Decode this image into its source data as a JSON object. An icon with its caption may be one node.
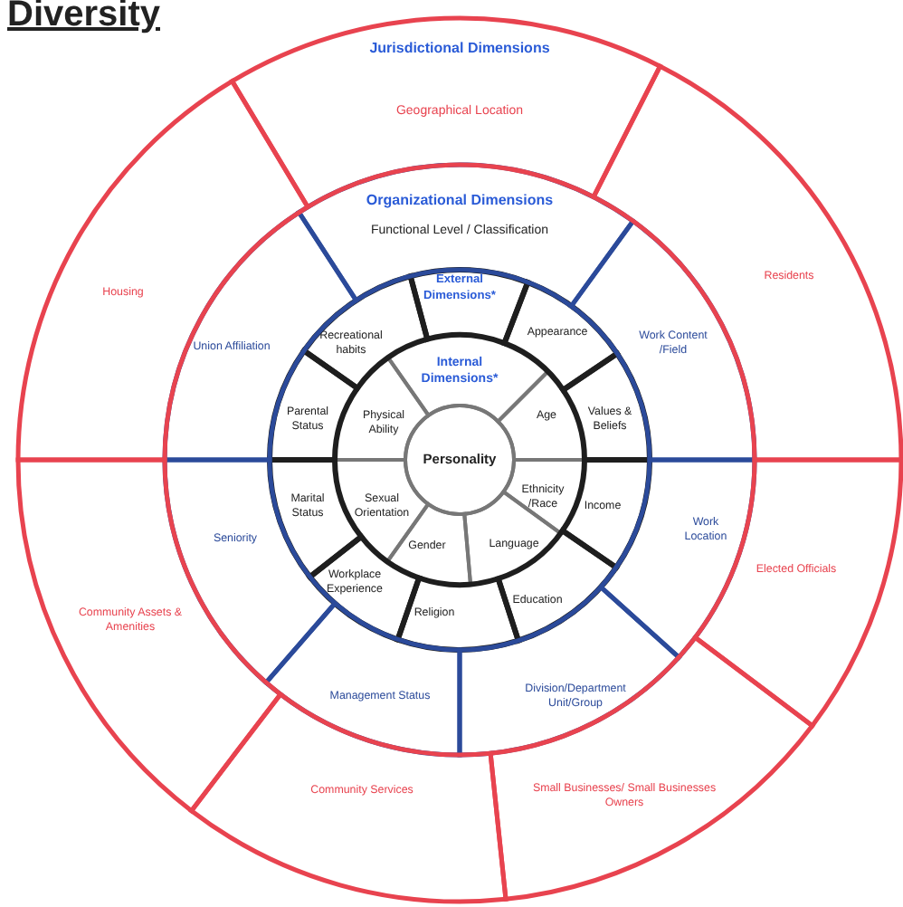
{
  "diagram": {
    "title": "Diversity",
    "nodes": [
      {
        "text": [
          "Jurisdictional Dimensions",
          "Geographical Location"
        ]
      },
      {
        "text": [
          "Residents"
        ]
      },
      {
        "text": [
          "Elected Officials"
        ]
      },
      {
        "text": [
          "Small Businesses/ Small Businesses Owners"
        ]
      },
      {
        "text": [
          "Community Services"
        ]
      },
      {
        "text": [
          "Community Assets & Amenities"
        ]
      },
      {
        "text": [
          "Housing"
        ]
      },
      {
        "text": [
          "Organizational Dimensions",
          "Functional Level / Classification"
        ]
      },
      {
        "text": [
          "Work Content /Field"
        ]
      },
      {
        "text": [
          "Work Location"
        ]
      },
      {
        "text": [
          "Division/Department Unit/Group"
        ]
      },
      {
        "text": [
          "Management Status"
        ]
      },
      {
        "text": [
          "Seniority"
        ]
      },
      {
        "text": [
          "Union Affiliation"
        ]
      },
      {
        "text": [
          "External Dimensions*"
        ]
      },
      {
        "text": [
          "Appearance"
        ]
      },
      {
        "text": [
          "Values & Beliefs"
        ]
      },
      {
        "text": [
          "Income"
        ]
      },
      {
        "text": [
          "Education"
        ]
      },
      {
        "text": [
          "Religion"
        ]
      },
      {
        "text": [
          "Workplace Experience"
        ]
      },
      {
        "text": [
          "Marital Status"
        ]
      },
      {
        "text": [
          "Parental Status"
        ]
      },
      {
        "text": [
          "Recreational habits"
        ]
      },
      {
        "text": [
          "Internal Dimensions*"
        ]
      },
      {
        "text": [
          "Age"
        ]
      },
      {
        "text": [
          "Ethnicity /Race"
        ]
      },
      {
        "text": [
          "Language"
        ]
      },
      {
        "text": [
          "Gender"
        ]
      },
      {
        "text": [
          "Sexual Orientation"
        ]
      },
      {
        "text": [
          "Physical Ability"
        ]
      },
      {
        "text": [
          "Personality"
        ]
      }
    ]
  }
}
